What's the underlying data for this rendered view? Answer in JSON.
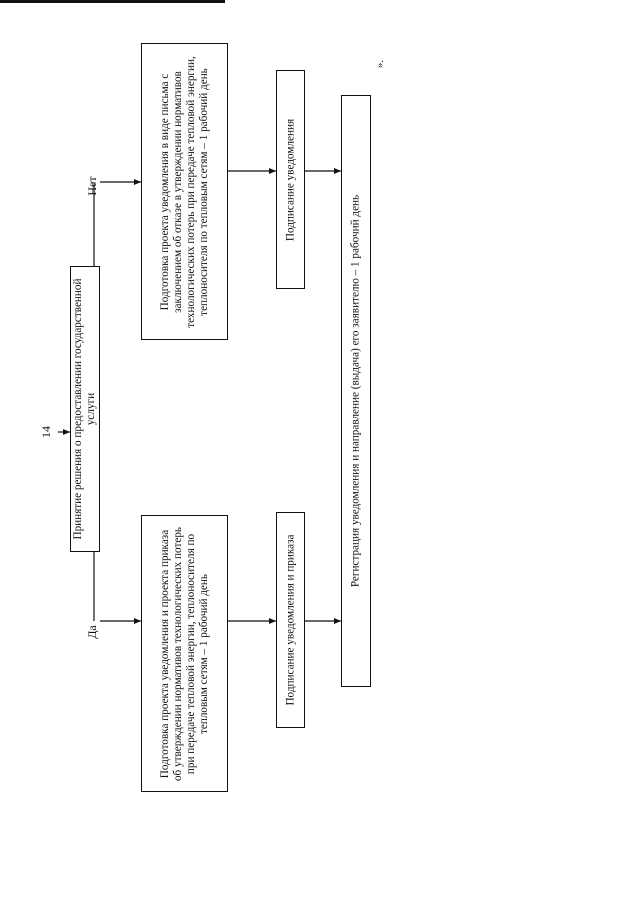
{
  "diagram": {
    "step_number": "14",
    "decision": "Принятие решения о предоставлении государственной услуги",
    "yes_label": "Да",
    "no_label": "Нет",
    "yes_prepare": "Подготовка проекта уведомления и проекта приказа об утверждении нормативов технологических потерь при передаче тепловой энергии, теплоносителя по тепловым сетям – 1 рабочий день",
    "no_prepare": "Подготовка проекта уведомления в виде письма с заключением об отказе в утверждении нормативов технологических потерь при передаче тепловой энергии, теплоносителя по тепловым сетям – 1 рабочий день",
    "yes_sign": "Подписание уведомления и приказа",
    "no_sign": "Подписание уведомления",
    "registration": "Регистрация уведомления и направление (выдача) его заявителю – 1 рабочий день",
    "corner_mark": "».",
    "line_color": "#111111"
  }
}
